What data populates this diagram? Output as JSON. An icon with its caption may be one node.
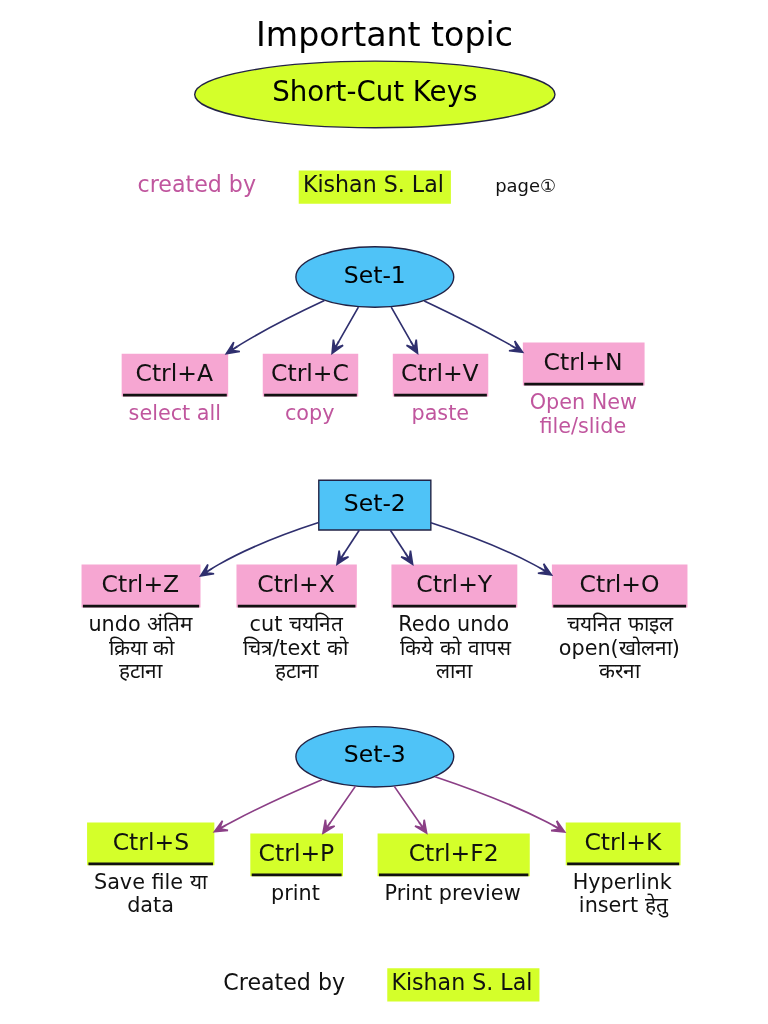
{
  "diagram": {
    "title": "Important topic",
    "nodes": [
      {
        "text": [
          "Short-Cut Keys"
        ]
      },
      {
        "text": [
          "Set-1"
        ]
      },
      {
        "text": [
          "Ctrl+A",
          "select all"
        ]
      },
      {
        "text": [
          "Ctrl+C",
          "copy"
        ]
      },
      {
        "text": [
          "Ctrl+V",
          "paste"
        ]
      },
      {
        "text": [
          "Ctrl+N",
          "Open New file/slide"
        ]
      },
      {
        "text": [
          "Set-2"
        ]
      },
      {
        "text": [
          "Ctrl+Z",
          "undo अंतिम क्रिया को हटाना"
        ]
      },
      {
        "text": [
          "Ctrl+X",
          "cut चयनित चित्र/text को हटाना"
        ]
      },
      {
        "text": [
          "Ctrl+Y",
          "Redo undo किये को वापस लाना"
        ]
      },
      {
        "text": [
          "Ctrl+O",
          "चयनित फाइल open(खोलना) करना"
        ]
      },
      {
        "text": [
          "Set-3"
        ]
      },
      {
        "text": [
          "Ctrl+S",
          "Save file या data"
        ]
      },
      {
        "text": [
          "Ctrl+P",
          "print"
        ]
      },
      {
        "text": [
          "Ctrl+F2",
          "Print preview"
        ]
      },
      {
        "text": [
          "Ctrl+K",
          "Hyperlink insert हेतु"
        ]
      }
    ],
    "edges": [
      {
        "from": 1,
        "to": 2,
        "arrow": "to"
      },
      {
        "from": 1,
        "to": 3,
        "arrow": "to"
      },
      {
        "from": 1,
        "to": 4,
        "arrow": "to"
      },
      {
        "from": 1,
        "to": 5,
        "arrow": "to"
      },
      {
        "from": 6,
        "to": 7,
        "arrow": "to"
      },
      {
        "from": 6,
        "to": 8,
        "arrow": "to"
      },
      {
        "from": 6,
        "to": 9,
        "arrow": "to"
      },
      {
        "from": 6,
        "to": 10,
        "arrow": "to"
      },
      {
        "from": 11,
        "to": 12,
        "arrow": "to",
        "color": "#8b3f86"
      },
      {
        "from": 11,
        "to": 13,
        "arrow": "to",
        "color": "#8b3f86"
      },
      {
        "from": 11,
        "to": 14,
        "arrow": "to",
        "color": "#8b3f86"
      },
      {
        "from": 11,
        "to": 15,
        "arrow": "to",
        "color": "#8b3f86"
      }
    ],
    "labels": [
      "created by",
      "Kishan S. Lal",
      "page①",
      "Created by",
      "Kishan S. Lal"
    ]
  }
}
